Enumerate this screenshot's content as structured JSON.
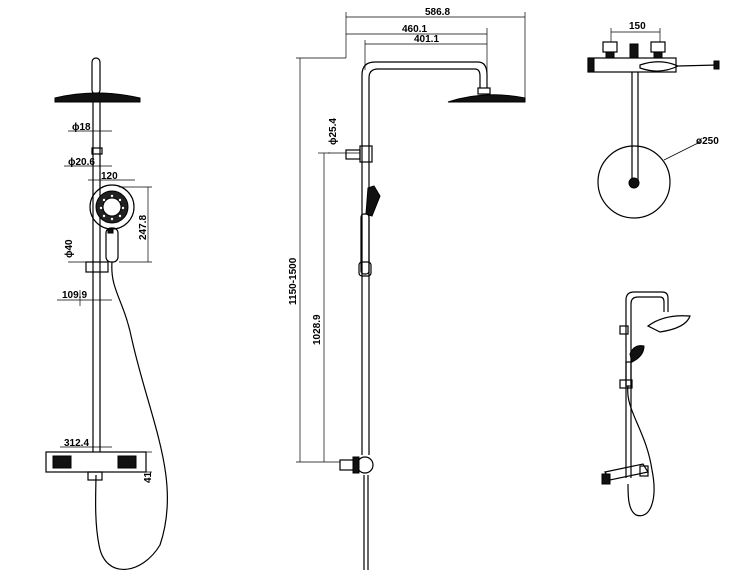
{
  "front_view": {
    "d18": "ϕ18",
    "d20_6": "ϕ20.6",
    "w120": "120",
    "h247_8": "247.8",
    "d40": "ϕ40",
    "w109_9": "109.9",
    "w312_4": "312.4",
    "h41": "41"
  },
  "side_view": {
    "w586_8": "586.8",
    "w460_1": "460.1",
    "w401_1": "401.1",
    "d25_4": "ϕ25.4",
    "h1150_1500": "1150-1500",
    "h1028_9": "1028.9"
  },
  "top_view": {
    "w150": "150",
    "d250": "ø250"
  }
}
